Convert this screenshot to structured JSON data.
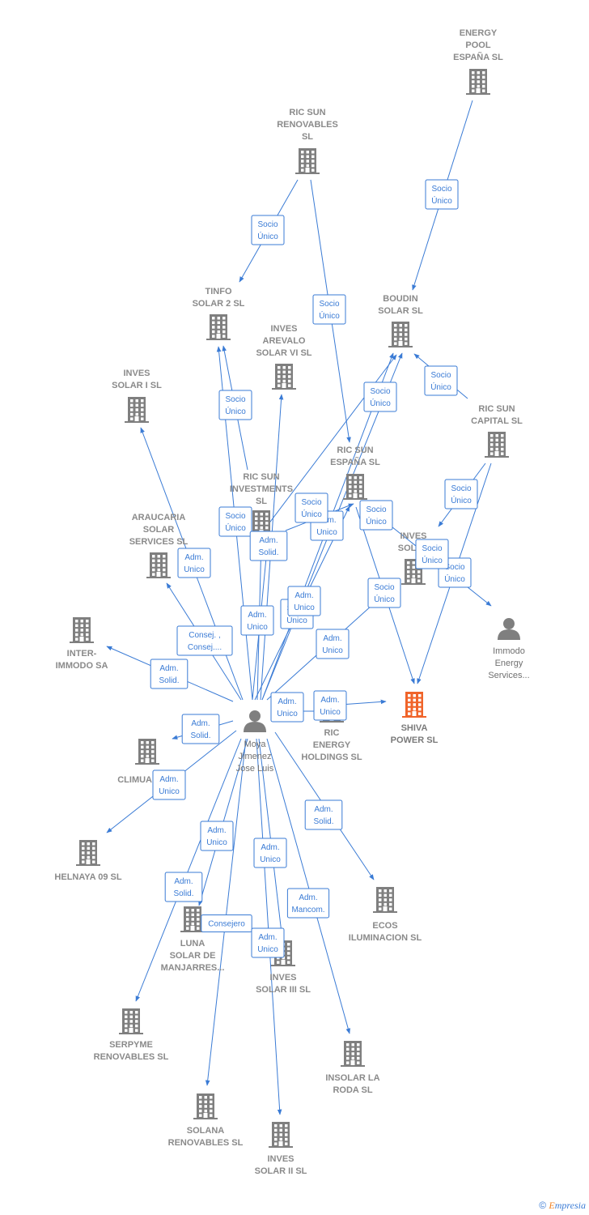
{
  "colors": {
    "edge": "#3a7bd5",
    "company": "#7f7f7f",
    "focus": "#f0642a",
    "person": "#7f7f7f"
  },
  "footer": {
    "copyright_symbol": "©",
    "brand_initial": "E",
    "brand_rest": "mpresia"
  },
  "nodes": [
    {
      "id": "energy_pool",
      "type": "company",
      "label": [
        "ENERGY",
        "POOL",
        "ESPAÑA  SL"
      ]
    },
    {
      "id": "ric_sun_renovables",
      "type": "company",
      "label": [
        "RIC SUN",
        "RENOVABLES",
        "SL"
      ]
    },
    {
      "id": "tinfo",
      "type": "company",
      "label": [
        "TINFO",
        "SOLAR 2 SL"
      ]
    },
    {
      "id": "boudin",
      "type": "company",
      "label": [
        "BOUDIN",
        "SOLAR SL"
      ]
    },
    {
      "id": "inves_arevalo",
      "type": "company",
      "label": [
        "INVES",
        "AREVALO",
        "SOLAR VI SL"
      ]
    },
    {
      "id": "inves_solar_i",
      "type": "company",
      "label": [
        "INVES",
        "SOLAR I SL"
      ]
    },
    {
      "id": "ric_sun_capital",
      "type": "company",
      "label": [
        "RIC SUN",
        "CAPITAL  SL"
      ]
    },
    {
      "id": "ric_sun_espana",
      "type": "company",
      "label": [
        "RIC SUN",
        "ESPAÑA  SL"
      ]
    },
    {
      "id": "ric_sun_investments",
      "type": "company",
      "label": [
        "RIC SUN",
        "INVESTMENTS",
        "SL"
      ]
    },
    {
      "id": "araucaria",
      "type": "company",
      "label": [
        "ARAUCARIA",
        "SOLAR",
        "SERVICES SL"
      ]
    },
    {
      "id": "inves_solar_x",
      "type": "company",
      "label": [
        "INVES",
        "SOLAR"
      ]
    },
    {
      "id": "inter_immodo",
      "type": "company",
      "label": [
        "INTER-",
        "IMMODO SA"
      ]
    },
    {
      "id": "immodo_energy",
      "type": "person",
      "label": [
        "Immodo",
        "Energy",
        "Services..."
      ]
    },
    {
      "id": "shiva",
      "type": "focus",
      "label": [
        "SHIVA",
        "POWER  SL"
      ]
    },
    {
      "id": "ric_energy",
      "type": "company",
      "label": [
        "RIC",
        "ENERGY",
        "HOLDINGS  SL"
      ]
    },
    {
      "id": "moya",
      "type": "person",
      "label": [
        "Moya",
        "Jimenez",
        "Jose Luis"
      ]
    },
    {
      "id": "climua",
      "type": "company",
      "label": [
        "CLIMUA"
      ]
    },
    {
      "id": "helnaya",
      "type": "company",
      "label": [
        "HELNAYA 09 SL"
      ]
    },
    {
      "id": "ecos",
      "type": "company",
      "label": [
        "ECOS",
        "ILUMINACION SL"
      ]
    },
    {
      "id": "luna",
      "type": "company",
      "label": [
        "LUNA",
        "SOLAR DE",
        "MANJARRES..."
      ]
    },
    {
      "id": "inves_solar_iii",
      "type": "company",
      "label": [
        "INVES",
        "SOLAR III SL"
      ]
    },
    {
      "id": "serpyme",
      "type": "company",
      "label": [
        "SERPYME",
        "RENOVABLES SL"
      ]
    },
    {
      "id": "insolar",
      "type": "company",
      "label": [
        "INSOLAR LA",
        "RODA  SL"
      ]
    },
    {
      "id": "solana",
      "type": "company",
      "label": [
        "SOLANA",
        "RENOVABLES SL"
      ]
    },
    {
      "id": "inves_solar_ii",
      "type": "company",
      "label": [
        "INVES",
        "SOLAR II SL"
      ]
    }
  ],
  "edges": [
    {
      "label": [
        "Socio",
        "Único"
      ]
    },
    {
      "label": [
        "Socio",
        "Único"
      ]
    },
    {
      "label": [
        "Socio",
        "Único"
      ]
    },
    {
      "label": [
        "Socio",
        "Único"
      ]
    },
    {
      "label": [
        "Socio",
        "Único"
      ]
    },
    {
      "label": [
        "Socio",
        "Único"
      ]
    },
    {
      "label": [
        "Socio",
        "Único"
      ]
    },
    {
      "label": [
        "Socio",
        "Único"
      ]
    },
    {
      "label": [
        "Socio",
        "Único"
      ]
    },
    {
      "label": [
        "Adm.",
        "Unico"
      ]
    },
    {
      "label": [
        "Socio",
        "Único"
      ]
    },
    {
      "label": [
        "Socio",
        "Único"
      ]
    },
    {
      "label": [
        "Socio",
        "Único"
      ]
    },
    {
      "label": [
        "Adm.",
        "Solid."
      ]
    },
    {
      "label": [
        "Adm.",
        "Unico"
      ]
    },
    {
      "label": [
        "Socio",
        "Único"
      ]
    },
    {
      "label": [
        "Adm.",
        "Unico"
      ]
    },
    {
      "label": [
        "Adm.",
        "Unico"
      ]
    },
    {
      "label": [
        "Socio",
        "Único"
      ]
    },
    {
      "label": [
        "Consej. ,",
        "Consej...."
      ]
    },
    {
      "label": [
        "Adm.",
        "Unico"
      ]
    },
    {
      "label": [
        "Adm.",
        "Solid."
      ]
    },
    {
      "label": [
        "Adm.",
        "Unico"
      ]
    },
    {
      "label": [
        "Adm.",
        "Unico"
      ]
    },
    {
      "label": [
        "Adm.",
        "Solid."
      ]
    },
    {
      "label": [
        "Adm.",
        "Unico"
      ]
    },
    {
      "label": [
        "Adm.",
        "Solid."
      ]
    },
    {
      "label": [
        "Adm.",
        "Unico"
      ]
    },
    {
      "label": [
        "Adm.",
        "Solid."
      ]
    },
    {
      "label": [
        "Adm.",
        "Unico"
      ]
    },
    {
      "label": [
        "Adm.",
        "Mancom."
      ]
    },
    {
      "label": [
        "Consejero"
      ]
    },
    {
      "label": [
        "Adm.",
        "Unico"
      ]
    }
  ]
}
